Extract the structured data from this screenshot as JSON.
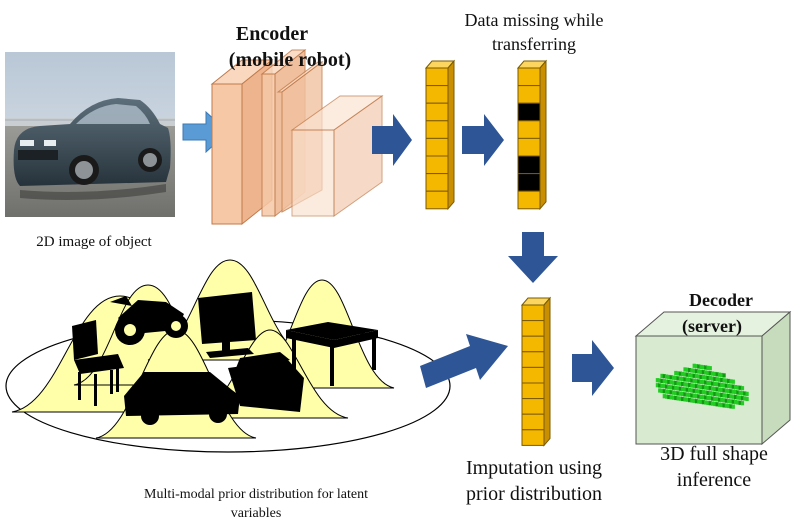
{
  "labels": {
    "input_caption": "2D image of object",
    "encoder_title_line1": "Encoder",
    "encoder_title_line2": "(mobile robot)",
    "missing_line1": "Data missing while",
    "missing_line2": "transferring",
    "decoder_title_line1": "Decoder",
    "decoder_title_line2": "(server)",
    "prior_caption_line1": "Multi-modal prior distribution for latent",
    "prior_caption_line2": "variables",
    "imputation_line1": "Imputation using",
    "imputation_line2": "prior distribution",
    "output_line1": "3D full shape",
    "output_line2": "inference"
  },
  "icons": {
    "input_image": "car-photo",
    "prior_objects": [
      "chair-icon",
      "motorcycle-icon",
      "monitor-icon",
      "table-icon",
      "car-icon",
      "sofa-icon"
    ],
    "output_shape": "voxel-car"
  },
  "colors": {
    "encoder_fill": "#f6c8a6",
    "encoder_stroke": "#c07a4a",
    "latent_cell": "#f5b800",
    "latent_top": "#fbd560",
    "missing_cell": "#000000",
    "arrow": "#2e5596",
    "arrow_light": "#5b9bd5",
    "prior_bell": "#ffffaa",
    "decoder_box": "#d8ead0",
    "voxel": "#22cc22"
  },
  "latent_vectors": {
    "encoded_cells": 8,
    "transmitted_missing_pattern": [
      false,
      false,
      true,
      false,
      false,
      true,
      true,
      false
    ],
    "imputed_cells": 9
  }
}
